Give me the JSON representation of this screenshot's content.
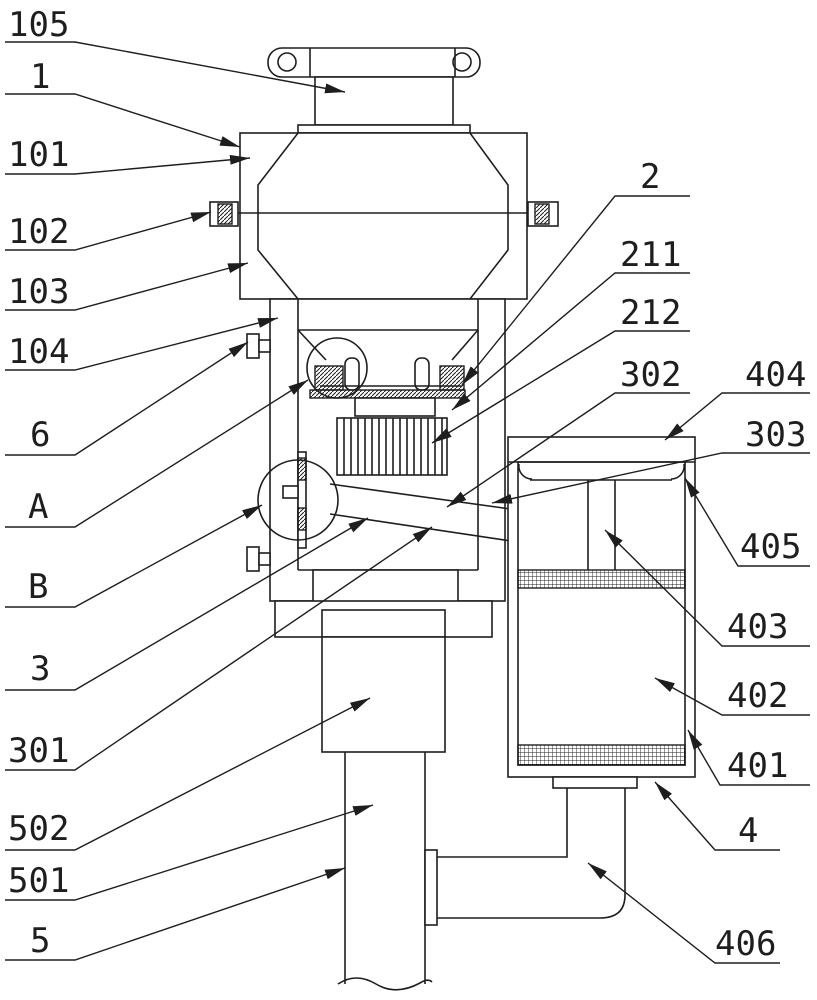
{
  "callouts": {
    "left": [
      "105",
      "1",
      "101",
      "102",
      "103",
      "104",
      "6",
      "A",
      "B",
      "3",
      "301",
      "502",
      "501",
      "5"
    ],
    "right": [
      "2",
      "211",
      "212",
      "302",
      "404",
      "303",
      "405",
      "403",
      "402",
      "401",
      "4",
      "406"
    ]
  }
}
